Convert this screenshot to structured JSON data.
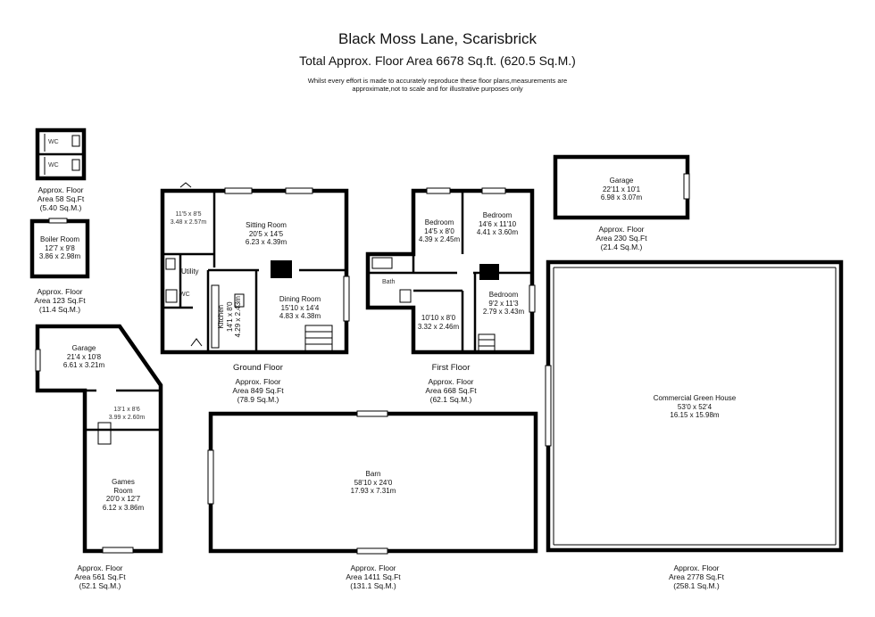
{
  "header": {
    "address": "Black Moss Lane, Scarisbrick",
    "total_area": "Total Approx. Floor Area 6678 Sq.ft. (620.5 Sq.M.)",
    "disclaimer_line1": "Whilst every effort is made to accurately reproduce these floor plans,measurements are",
    "disclaimer_line2": "approximate,not to scale and for illustrative purposes only"
  },
  "plans": {
    "wc_block": {
      "wc1": "WC",
      "wc2": "WC",
      "area": [
        "Approx. Floor",
        "Area 58 Sq.Ft",
        "(5.40 Sq.M.)"
      ]
    },
    "boiler_room": {
      "name": "Boiler Room",
      "imperial": "12'7 x 9'8",
      "metric": "3.86 x 2.98m",
      "area": [
        "Approx. Floor",
        "Area 123 Sq.Ft",
        "(11.4 Sq.M.)"
      ]
    },
    "games_building": {
      "garage_name": "Garage",
      "garage_imperial": "21'4 x 10'8",
      "garage_metric": "6.61 x 3.21m",
      "small_imperial": "13'1 x 8'6",
      "small_metric": "3.99 x 2.60m",
      "games_name1": "Games",
      "games_name2": "Room",
      "games_imperial": "20'0 x 12'7",
      "games_metric": "6.12 x 3.86m",
      "area": [
        "Approx. Floor",
        "Area 561 Sq.Ft",
        "(52.1 Sq.M.)"
      ]
    },
    "ground_floor": {
      "title": "Ground Floor",
      "hall_imperial": "11'5 x 8'5",
      "hall_metric": "3.48 x 2.57m",
      "sitting_name": "Sitting Room",
      "sitting_imperial": "20'5 x 14'5",
      "sitting_metric": "6.23 x 4.39m",
      "utility": "Utility",
      "wc": "WC",
      "kitchen_name": "Kitchen",
      "kitchen_imperial": "14'1 x 8'0",
      "kitchen_metric": "4.29 x 2.43m",
      "dining_name": "Dining Room",
      "dining_imperial": "15'10 x 14'4",
      "dining_metric": "4.83 x 4.38m",
      "area": [
        "Approx. Floor",
        "Area 849 Sq.Ft",
        "(78.9 Sq.M.)"
      ]
    },
    "first_floor": {
      "title": "First Floor",
      "bed1_name": "Bedroom",
      "bed1_imperial": "14'5 x 8'0",
      "bed1_metric": "4.39 x 2.45m",
      "bed2_name": "Bedroom",
      "bed2_imperial": "14'6 x 11'10",
      "bed2_metric": "4.41 x 3.60m",
      "bed3_name": "Bedroom",
      "bed3_imperial": "9'2 x 11'3",
      "bed3_metric": "2.79 x 3.43m",
      "bath": "Bath",
      "room4_imperial": "10'10 x 8'0",
      "room4_metric": "3.32 x 2.46m",
      "area": [
        "Approx. Floor",
        "Area 668 Sq.Ft",
        "(62.1 Sq.M.)"
      ]
    },
    "garage_small": {
      "name": "Garage",
      "imperial": "22'11 x 10'1",
      "metric": "6.98 x 3.07m",
      "area": [
        "Approx. Floor",
        "Area 230 Sq.Ft",
        "(21.4 Sq.M.)"
      ]
    },
    "barn": {
      "name": "Barn",
      "imperial": "58'10 x 24'0",
      "metric": "17.93 x 7.31m",
      "area": [
        "Approx. Floor",
        "Area 1411 Sq.Ft",
        "(131.1 Sq.M.)"
      ]
    },
    "green_house": {
      "name": "Commercial Green House",
      "imperial": "53'0 x 52'4",
      "metric": "16.15 x 15.98m",
      "area": [
        "Approx. Floor",
        "Area 2778 Sq.Ft",
        "(258.1 Sq.M.)"
      ]
    }
  }
}
